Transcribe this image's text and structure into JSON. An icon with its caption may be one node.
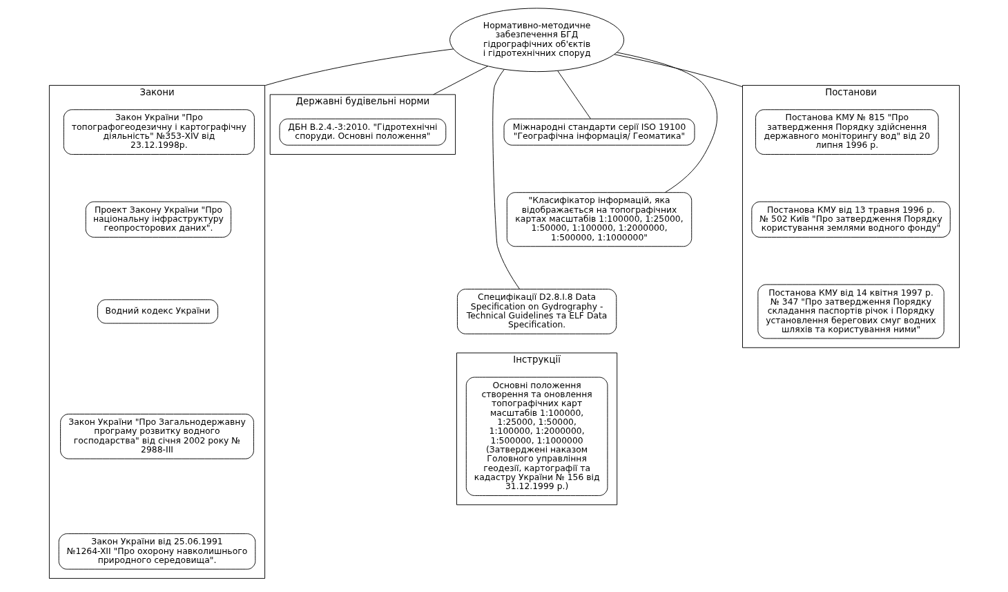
{
  "diagram": {
    "nodes": [
      {
        "text": [
          "Закони"
        ]
      },
      {
        "text": [
          "Закон України \"Про топографогеодезичну і картографічну діяльність\" №353-XIV від 23.12.1998р."
        ],
        "in": 0
      },
      {
        "text": [
          "Проект Закону України \"Про національну інфраструктуру геопросторових даних\"."
        ],
        "in": 0
      },
      {
        "text": [
          "Водний кодекс України"
        ],
        "in": 0
      },
      {
        "text": [
          "Закон України \"Про Загальнодержавну програму розвитку водного господарства\" від січня 2002 року № 2988-III"
        ],
        "in": 0
      },
      {
        "text": [
          "Закон України від 25.06.1991 №1264-XII \"Про охорону навколишнього природного середовища\"."
        ],
        "in": 0
      },
      {
        "text": [
          "Державні будівельні норми"
        ]
      },
      {
        "text": [
          "ДБН В.2.4.-3:2010. \"Гідротехнічні споруди. Основні положення\""
        ],
        "in": 6
      },
      {
        "text": [
          "Нормативно-методичне забезпечення БГД гідрографічних об'єктів і гідротехнічних споруд"
        ]
      },
      {
        "text": [
          "Міжнародні стандарти серії ISO 19100 \"Географічна інформація/ Геоматика\""
        ]
      },
      {
        "text": [
          "\"Класифікатор інформацій, яка відображається на топографічних картах масштабів 1:100000, 1:25000, 1:50000, 1:100000, 1:2000000, 1:500000, 1:1000000\""
        ]
      },
      {
        "text": [
          "Специфікації D2.8.I.8 Data Specification on Gydrography - Technical Guidelines та ELF Data Specification."
        ]
      },
      {
        "text": [
          "Постанови"
        ]
      },
      {
        "text": [
          "Постанова КМУ № 815 \"Про затвердження Порядку здійснення державного моніторингу вод\" від 20 липня 1996 р."
        ],
        "in": 12
      },
      {
        "text": [
          "Постанова КМУ від 13 травня 1996 р. № 502 Київ \"Про затвердження Порядку користування землями водного фонду\""
        ],
        "in": 12
      },
      {
        "text": [
          "Постанова КМУ від 14 квітня 1997 р. № 347 \"Про затвердження Порядку складання паспортів річок і Порядку установлення берегових смуг водних шляхів та користування ними\""
        ],
        "in": 12
      },
      {
        "text": [
          "Інструкції"
        ]
      },
      {
        "text": [
          "Основні положення створення та оновлення топографічних карт масштабів 1:100000, 1:25000, 1:50000, 1:100000, 1:2000000, 1:500000, 1:1000000 (Затверджені наказом Головного управління геодезії, картографії та кадастру України № 156 від 31.12.1999 р.)"
        ],
        "in": 16
      }
    ],
    "edges": [
      {
        "from": 8,
        "to": 0,
        "arrow": "none"
      },
      {
        "from": 8,
        "to": 6,
        "arrow": "none"
      },
      {
        "from": 8,
        "to": 9,
        "arrow": "none"
      },
      {
        "from": 8,
        "to": 10,
        "arrow": "none"
      },
      {
        "from": 8,
        "to": 11,
        "arrow": "none"
      },
      {
        "from": 8,
        "to": 12,
        "arrow": "none"
      }
    ]
  }
}
